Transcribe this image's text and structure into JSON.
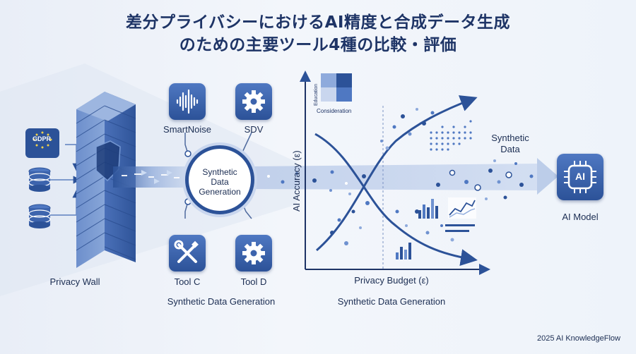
{
  "title": {
    "line1": "差分プライバシーにおけるAI精度と合成データ生成",
    "line2": "のための主要ツール4種の比較・評価"
  },
  "sources": {
    "gdpr_badge": "GDPR",
    "icons": [
      "gdpr-icon",
      "database-icon",
      "database-icon"
    ]
  },
  "wall": {
    "label": "Privacy Wall"
  },
  "hub": {
    "line1": "Synthetic",
    "line2": "Data",
    "line3": "Generation"
  },
  "tools": [
    {
      "name": "SmartNoise",
      "icon": "waveform-icon"
    },
    {
      "name": "SDV",
      "icon": "gear-icon"
    },
    {
      "name": "Tool C",
      "icon": "wrench-screwdriver-icon"
    },
    {
      "name": "Tool D",
      "icon": "gear-icon"
    }
  ],
  "tools_caption": "Synthetic Data Generation",
  "chart": {
    "ylabel": "AI Accuracy (ε)",
    "xlabel": "Privacy Budget (ε)",
    "caption": "Synthetic Data Generation",
    "matrix_ylabel": "Education",
    "matrix_xlabel": "Consideration"
  },
  "synthetic_label": {
    "line1": "Synthetic",
    "line2": "Data"
  },
  "ai_model": {
    "badge": "AI",
    "label": "AI Model"
  },
  "footer": "2025 AI KnowledgeFlow",
  "colors": {
    "primary": "#2c5298",
    "dark": "#1e3466",
    "light": "#c9d6ee",
    "accent": "#4f78c2"
  }
}
